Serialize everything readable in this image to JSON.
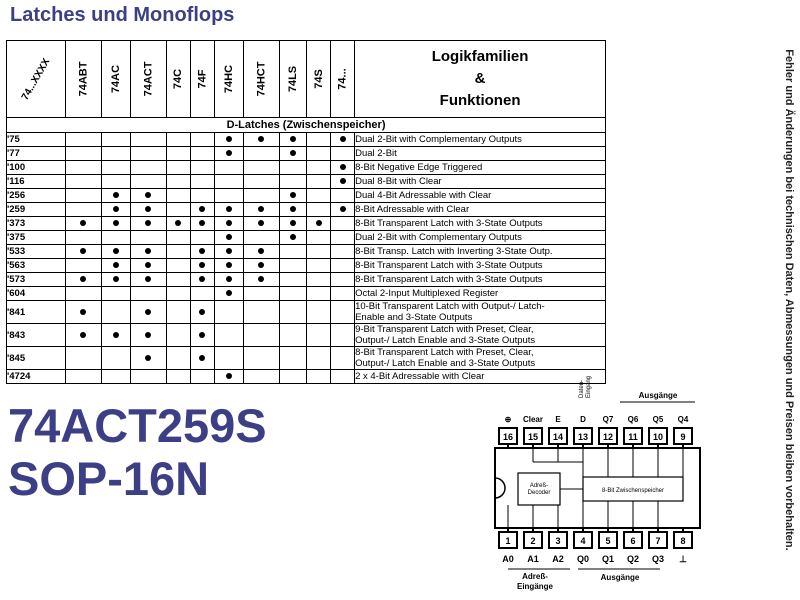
{
  "title": "Latches und Monoflops",
  "side_note": "Fehler und Änderungen bei technischen Daten, Abmessungen und Preisen bleiben vorbehalten.",
  "table": {
    "corner_label": "74...XXXX",
    "families": [
      "74ABT",
      "74AC",
      "74ACT",
      "74C",
      "74F",
      "74HC",
      "74HCT",
      "74LS",
      "74S",
      "74..."
    ],
    "header_title": [
      "Logikfamilien",
      "&",
      "Funktionen"
    ],
    "section": "D-Latches (Zwischenspeicher)",
    "rows": [
      {
        "part": "'75",
        "dots": [
          0,
          0,
          0,
          0,
          0,
          1,
          1,
          1,
          0,
          1
        ],
        "func": [
          "Dual 2-Bit with Complementary Outputs"
        ]
      },
      {
        "part": "'77",
        "dots": [
          0,
          0,
          0,
          0,
          0,
          1,
          0,
          1,
          0,
          0
        ],
        "func": [
          "Dual 2-Bit"
        ]
      },
      {
        "part": "'100",
        "dots": [
          0,
          0,
          0,
          0,
          0,
          0,
          0,
          0,
          0,
          1
        ],
        "func": [
          "8-Bit Negative Edge Triggered"
        ]
      },
      {
        "part": "'116",
        "dots": [
          0,
          0,
          0,
          0,
          0,
          0,
          0,
          0,
          0,
          1
        ],
        "func": [
          "Dual 8-Bit with Clear"
        ]
      },
      {
        "part": "'256",
        "dots": [
          0,
          1,
          1,
          0,
          0,
          0,
          0,
          1,
          0,
          0
        ],
        "func": [
          "Dual 4-Bit Adressable with Clear"
        ]
      },
      {
        "part": "'259",
        "dots": [
          0,
          1,
          1,
          0,
          1,
          1,
          1,
          1,
          0,
          1
        ],
        "func": [
          "8-Bit Adressable with Clear"
        ]
      },
      {
        "part": "'373",
        "dots": [
          1,
          1,
          1,
          1,
          1,
          1,
          1,
          1,
          1,
          0
        ],
        "func": [
          "8-Bit Transparent Latch with 3-State Outputs"
        ]
      },
      {
        "part": "'375",
        "dots": [
          0,
          0,
          0,
          0,
          0,
          1,
          0,
          1,
          0,
          0
        ],
        "func": [
          "Dual 2-Bit with Complementary Outputs"
        ]
      },
      {
        "part": "'533",
        "dots": [
          1,
          1,
          1,
          0,
          1,
          1,
          1,
          0,
          0,
          0
        ],
        "func": [
          "8-Bit Transp. Latch with Inverting 3-State Outp."
        ]
      },
      {
        "part": "'563",
        "dots": [
          0,
          1,
          1,
          0,
          1,
          1,
          1,
          0,
          0,
          0
        ],
        "func": [
          "8-Bit Transparent Latch with 3-State Outputs"
        ]
      },
      {
        "part": "'573",
        "dots": [
          1,
          1,
          1,
          0,
          1,
          1,
          1,
          0,
          0,
          0
        ],
        "func": [
          "8-Bit Transparent Latch with 3-State Outputs"
        ]
      },
      {
        "part": "'604",
        "dots": [
          0,
          0,
          0,
          0,
          0,
          1,
          0,
          0,
          0,
          0
        ],
        "func": [
          "Octal 2-Input Multiplexed Register"
        ]
      },
      {
        "part": "'841",
        "dots": [
          1,
          0,
          1,
          0,
          1,
          0,
          0,
          0,
          0,
          0
        ],
        "func": [
          "10-Bit Transparent Latch with Output-/ Latch-",
          "Enable and 3-State Outputs"
        ]
      },
      {
        "part": "'843",
        "dots": [
          1,
          1,
          1,
          0,
          1,
          0,
          0,
          0,
          0,
          0
        ],
        "func": [
          "9-Bit Transparent Latch with Preset, Clear,",
          "Output-/ Latch Enable and 3-State Outputs"
        ]
      },
      {
        "part": "'845",
        "dots": [
          0,
          0,
          1,
          0,
          1,
          0,
          0,
          0,
          0,
          0
        ],
        "func": [
          "8-Bit Transparent Latch with Preset, Clear,",
          "Output-/ Latch Enable and 3-State Outputs"
        ]
      },
      {
        "part": "'4724",
        "dots": [
          0,
          0,
          0,
          0,
          0,
          1,
          0,
          0,
          0,
          0
        ],
        "func": [
          "2 x 4-Bit Adressable with Clear"
        ]
      }
    ]
  },
  "part_number": "74ACT259S",
  "package": "SOP-16N",
  "pinout": {
    "top_pins": [
      "16",
      "15",
      "14",
      "13",
      "12",
      "11",
      "10",
      "9"
    ],
    "bottom_pins": [
      "1",
      "2",
      "3",
      "4",
      "5",
      "6",
      "7",
      "8"
    ],
    "top_labels": [
      "⊕",
      "Clear",
      "E",
      "D",
      "Q7",
      "Q6",
      "Q5",
      "Q4"
    ],
    "bottom_labels": [
      "A0",
      "A1",
      "A2",
      "Q0",
      "Q1",
      "Q2",
      "Q3",
      "⊥"
    ],
    "daten_label": [
      "Daten-",
      "Eingang"
    ],
    "ausgaenge_top": "Ausgänge",
    "adress_label": [
      "Adreß-",
      "Eingänge"
    ],
    "ausgaenge_bottom": "Ausgänge",
    "decoder_label": [
      "Adreß-",
      "Decoder"
    ],
    "register_label": "8-Bit Zwischenspeicher"
  },
  "colors": {
    "accent": "#3c3f86"
  }
}
